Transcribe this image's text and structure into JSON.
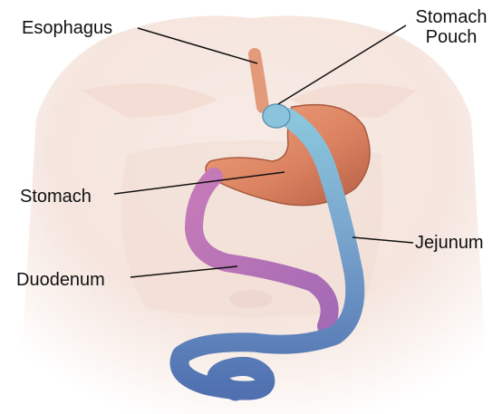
{
  "labels": {
    "esophagus": "Esophagus",
    "stomach_pouch": "Stomach\nPouch",
    "stomach": "Stomach",
    "jejunum": "Jejunum",
    "duodenum": "Duodenum"
  },
  "colors": {
    "skin": "#f6e4dc",
    "organ_stomach": "#d98360",
    "duodenum": "#c079b6",
    "jejunum": "#5f84c4",
    "pouch": "#8cc3dc",
    "leader_line": "#111111"
  }
}
